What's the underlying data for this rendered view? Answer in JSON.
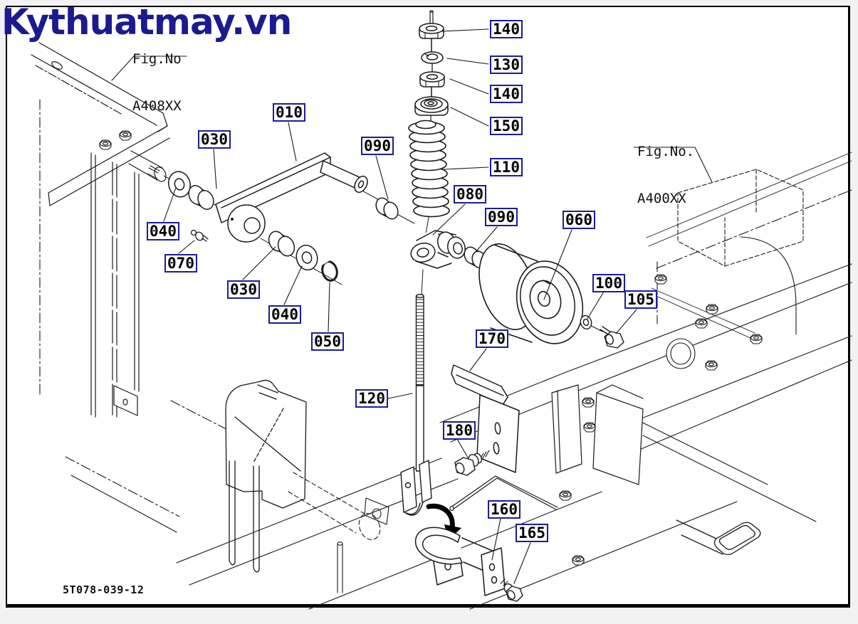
{
  "watermark": {
    "text": "Kythuatmay.vn",
    "color": "#1b1b8f"
  },
  "figure_refs": [
    {
      "line1": "Fig.No",
      "line2": "A408XX"
    },
    {
      "line1": "Fig.No.",
      "line2": "A400XX"
    }
  ],
  "drawing_number": "5T078-039-12",
  "callouts": [
    {
      "label": "140"
    },
    {
      "label": "130"
    },
    {
      "label": "140"
    },
    {
      "label": "150"
    },
    {
      "label": "110"
    },
    {
      "label": "010"
    },
    {
      "label": "030"
    },
    {
      "label": "090"
    },
    {
      "label": "040"
    },
    {
      "label": "070"
    },
    {
      "label": "030"
    },
    {
      "label": "040"
    },
    {
      "label": "050"
    },
    {
      "label": "080"
    },
    {
      "label": "090"
    },
    {
      "label": "060"
    },
    {
      "label": "100"
    },
    {
      "label": "105"
    },
    {
      "label": "170"
    },
    {
      "label": "120"
    },
    {
      "label": "180"
    },
    {
      "label": "160"
    },
    {
      "label": "165"
    }
  ],
  "colors": {
    "watermark": "#1b1b8f",
    "callout_border": "#1c1c99",
    "line": "#1a1a1a",
    "page_background": "#ffffff",
    "canvas_background": "#f2f2f2"
  }
}
